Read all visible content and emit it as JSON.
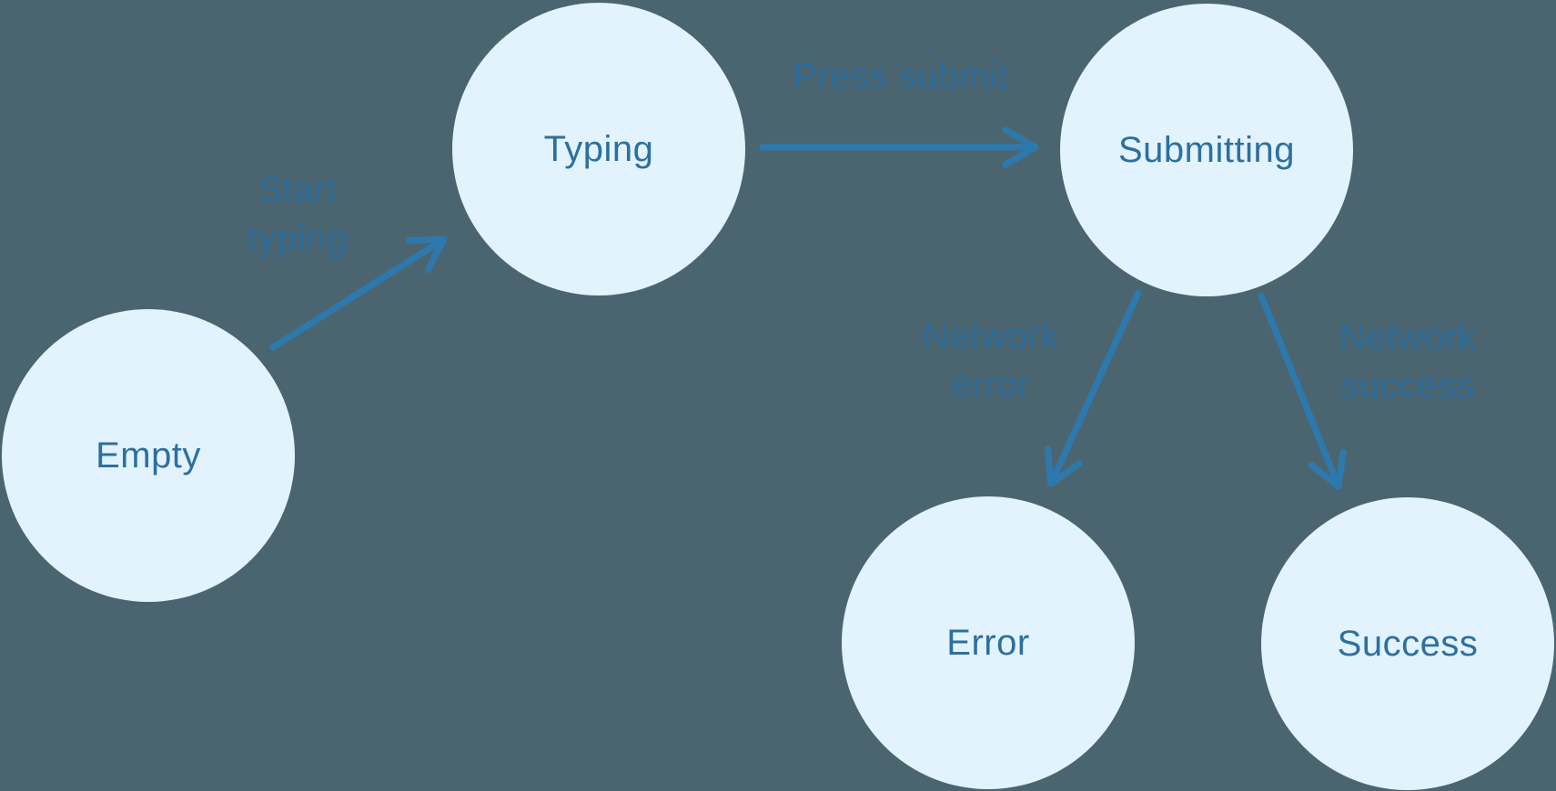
{
  "colors": {
    "background": "#4B6570",
    "node_fill": "#E2F3FD",
    "node_text": "#2D6F9F",
    "edge_label_text": "#2B6C9A",
    "arrow": "#2D79AE"
  },
  "diagram": {
    "type": "state-machine",
    "nodes": [
      {
        "id": "empty",
        "label": "Empty"
      },
      {
        "id": "typing",
        "label": "Typing"
      },
      {
        "id": "submitting",
        "label": "Submitting"
      },
      {
        "id": "error",
        "label": "Error"
      },
      {
        "id": "success",
        "label": "Success"
      }
    ],
    "edges": [
      {
        "from": "empty",
        "to": "typing",
        "label": "Start typing"
      },
      {
        "from": "typing",
        "to": "submitting",
        "label": "Press submit"
      },
      {
        "from": "submitting",
        "to": "error",
        "label": "Network error"
      },
      {
        "from": "submitting",
        "to": "success",
        "label": "Network success"
      }
    ]
  }
}
